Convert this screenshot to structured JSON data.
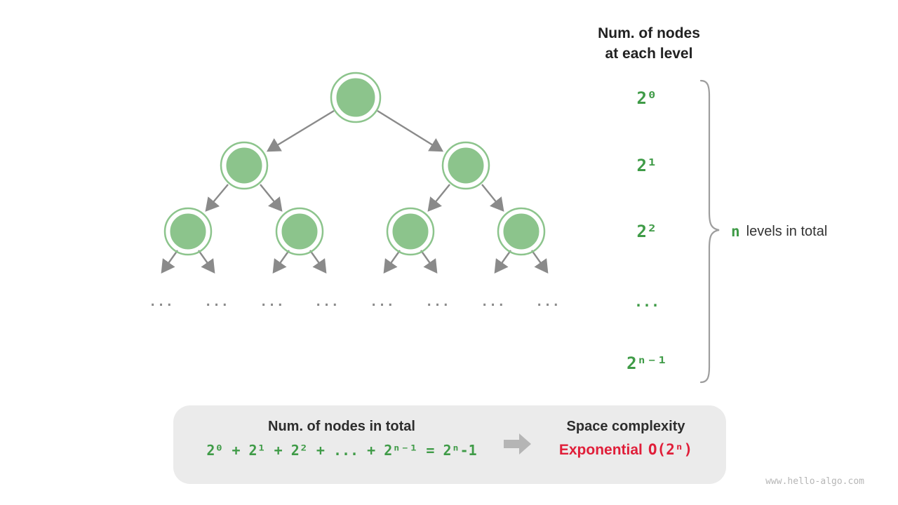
{
  "colors": {
    "node_green": "#8cc48c",
    "label_green": "#3f9b47",
    "alert_red": "#e01e39",
    "arrow_gray": "#8a8a8a"
  },
  "right_panel": {
    "heading_line1": "Num. of nodes",
    "heading_line2": "at each level",
    "level_labels": [
      "2⁰",
      "2¹",
      "2²",
      "...",
      "2ⁿ⁻¹"
    ],
    "brace_label_n": "n",
    "brace_label_rest": "levels in total"
  },
  "tree": {
    "ellipses": [
      "...",
      "...",
      "...",
      "...",
      "...",
      "...",
      "...",
      "..."
    ]
  },
  "summary": {
    "total_title": "Num. of nodes in total",
    "total_formula": "2⁰ + 2¹ + 2² + ... + 2ⁿ⁻¹ = 2ⁿ-1",
    "space_title": "Space complexity",
    "space_word": "Exponential",
    "space_big_o": "O(2ⁿ)"
  },
  "footer": {
    "watermark": "www.hello-algo.com"
  }
}
